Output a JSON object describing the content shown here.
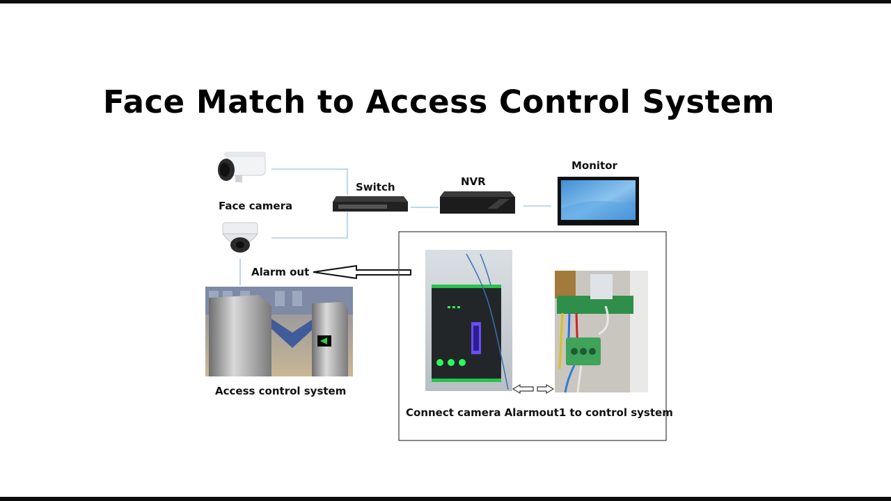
{
  "title": "Face Match to Access Control System",
  "labels": {
    "face_camera": "Face camera",
    "switch": "Switch",
    "nvr": "NVR",
    "monitor": "Monitor",
    "alarm_out": "Alarm out",
    "access_control": "Access control system",
    "connect_caption": "Connect camera Alarmout1 to control system"
  },
  "icons": [
    "bullet-camera-icon",
    "dome-camera-icon",
    "network-switch-icon",
    "nvr-recorder-icon",
    "monitor-icon",
    "turnstile-photo",
    "control-board-photo",
    "terminal-block-photo"
  ],
  "colors": {
    "connector": "#a9cde0",
    "frame": "#555555",
    "background": "#ffffff"
  }
}
